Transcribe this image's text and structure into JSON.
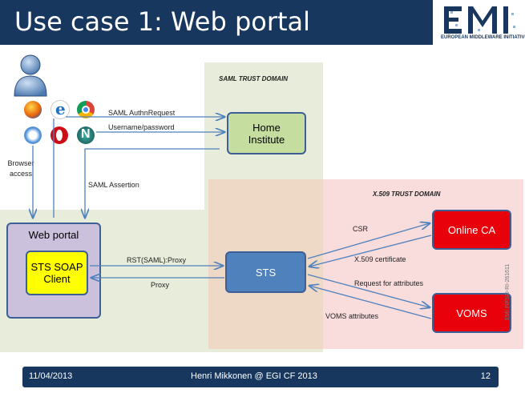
{
  "title": "Use case 1: Web portal",
  "logo": {
    "letters": "EMI",
    "tagline": "EUROPEAN MIDDLEWARE INITIATIVE"
  },
  "domains": {
    "saml": "SAML TRUST DOMAIN",
    "x509": "X.509 TRUST DOMAIN"
  },
  "browser_access": "Browser access",
  "nodes": {
    "home_institute": "Home Institute",
    "web_portal": "Web portal",
    "sts_soap_client": "STS SOAP Client",
    "sts": "STS",
    "online_ca": "Online CA",
    "voms": "VOMS"
  },
  "edges": {
    "authn_request": "SAML AuthnRequest",
    "username_password": "Username/password",
    "saml_assertion": "SAML Assertion",
    "rst": "RST(SAML):Proxy",
    "proxy": "Proxy",
    "csr": "CSR",
    "x509_cert": "X.509 certificate",
    "request_attributes": "Request for attributes",
    "voms_attributes": "VOMS attributes"
  },
  "footer": {
    "date": "11/04/2013",
    "presenter": "Henri Mikkonen @ EGI CF 2013",
    "page": "12"
  },
  "doc_id": "EMI INFSO-RI-261611",
  "colors": {
    "title_bar": "#17375e",
    "saml_zone": "#e8ecda",
    "x509_zone": "#f9dcdc",
    "overlap_zone": "#eed8c6",
    "green_box": "#c5dea0",
    "yellow_box": "#ffff00",
    "blue_box": "#4f81bd",
    "red_box": "#e8000b",
    "portal_box": "#cbc1dd",
    "arrow": "#4f81bd"
  }
}
